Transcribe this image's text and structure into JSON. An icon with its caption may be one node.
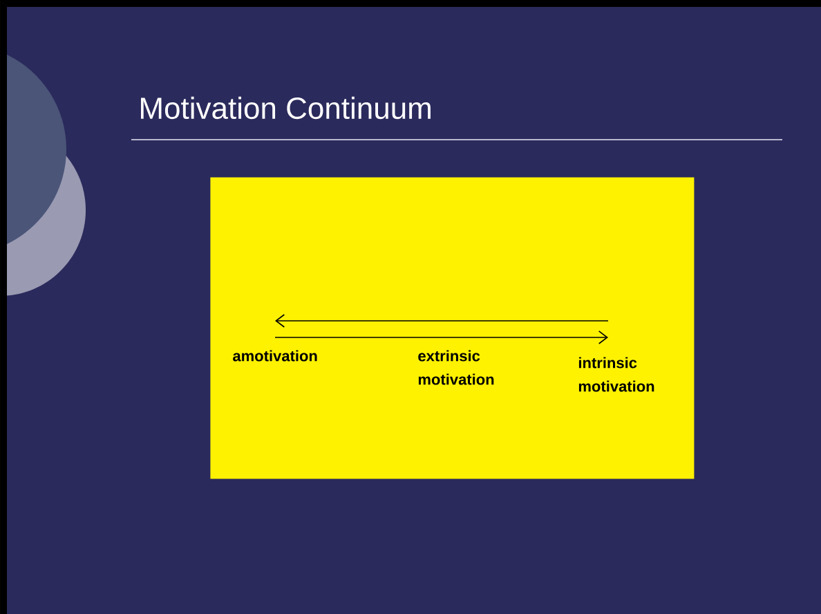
{
  "diagram": {
    "title": "Motivation Continuum",
    "nodes": [
      {
        "text": [],
        "shape": "box"
      },
      {
        "text": [
          "amotivation"
        ],
        "in": 0
      },
      {
        "text": [
          "extrinsic motivation"
        ],
        "in": 0
      },
      {
        "text": [
          "intrinsic motivation"
        ],
        "in": 0
      }
    ],
    "edges": [
      {
        "from": 3,
        "to": 1,
        "arrow": "to"
      },
      {
        "from": 1,
        "to": 3,
        "arrow": "to"
      }
    ]
  }
}
